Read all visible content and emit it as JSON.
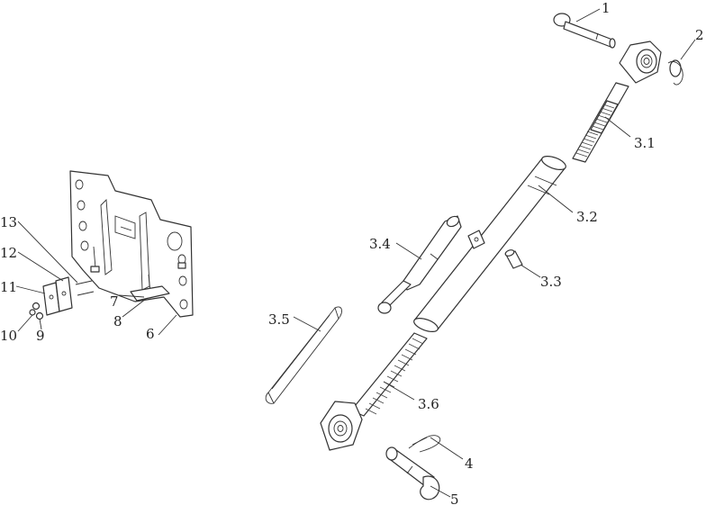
{
  "callouts": {
    "c1": "1",
    "c2": "2",
    "c3_1": "3.1",
    "c3_2": "3.2",
    "c3_3": "3.3",
    "c3_4": "3.4",
    "c3_5": "3.5",
    "c3_6": "3.6",
    "c4": "4",
    "c5": "5",
    "c6": "6",
    "c7": "7",
    "c8": "8",
    "c9": "9",
    "c10": "10",
    "c11": "11",
    "c12": "12",
    "c13": "13"
  }
}
